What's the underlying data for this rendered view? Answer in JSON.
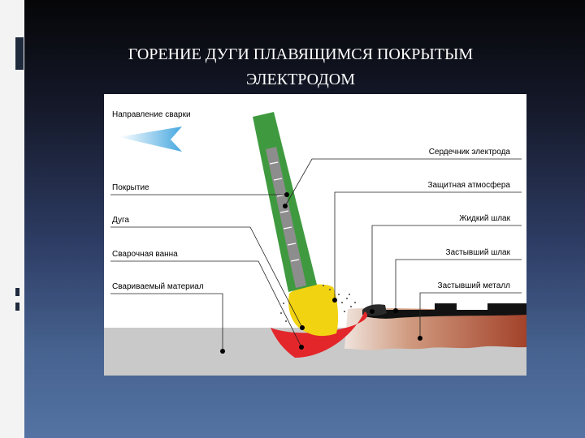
{
  "slide": {
    "title_line1": "ГОРЕНИЕ ДУГИ  ПЛАВЯЩИМСЯ  ПОКРЫТЫМ",
    "title_line2": "ЭЛЕКТРОДОМ"
  },
  "diagram": {
    "direction_label": "Направление сварки",
    "left_labels": {
      "coating": "Покрытие",
      "arc": "Дуга",
      "weld_pool": "Сварочная ванна",
      "base_material": "Свариваемый материал"
    },
    "right_labels": {
      "electrode_core": "Сердечник электрода",
      "shielding_atmosphere": "Защитная атмосфера",
      "liquid_slag": "Жидкий шлак",
      "solidified_slag": "Застывший шлак",
      "solidified_metal": "Застывший металл"
    },
    "colors": {
      "electrode_coating": "#3f9a3f",
      "electrode_core": "#8d8d8d",
      "arc": "#f2d311",
      "weld_pool": "#e3262a",
      "base_metal": "#c9c9c9",
      "weld_metal": "#a4452d",
      "slag": "#121212",
      "arrow": "#47a8e0"
    }
  }
}
